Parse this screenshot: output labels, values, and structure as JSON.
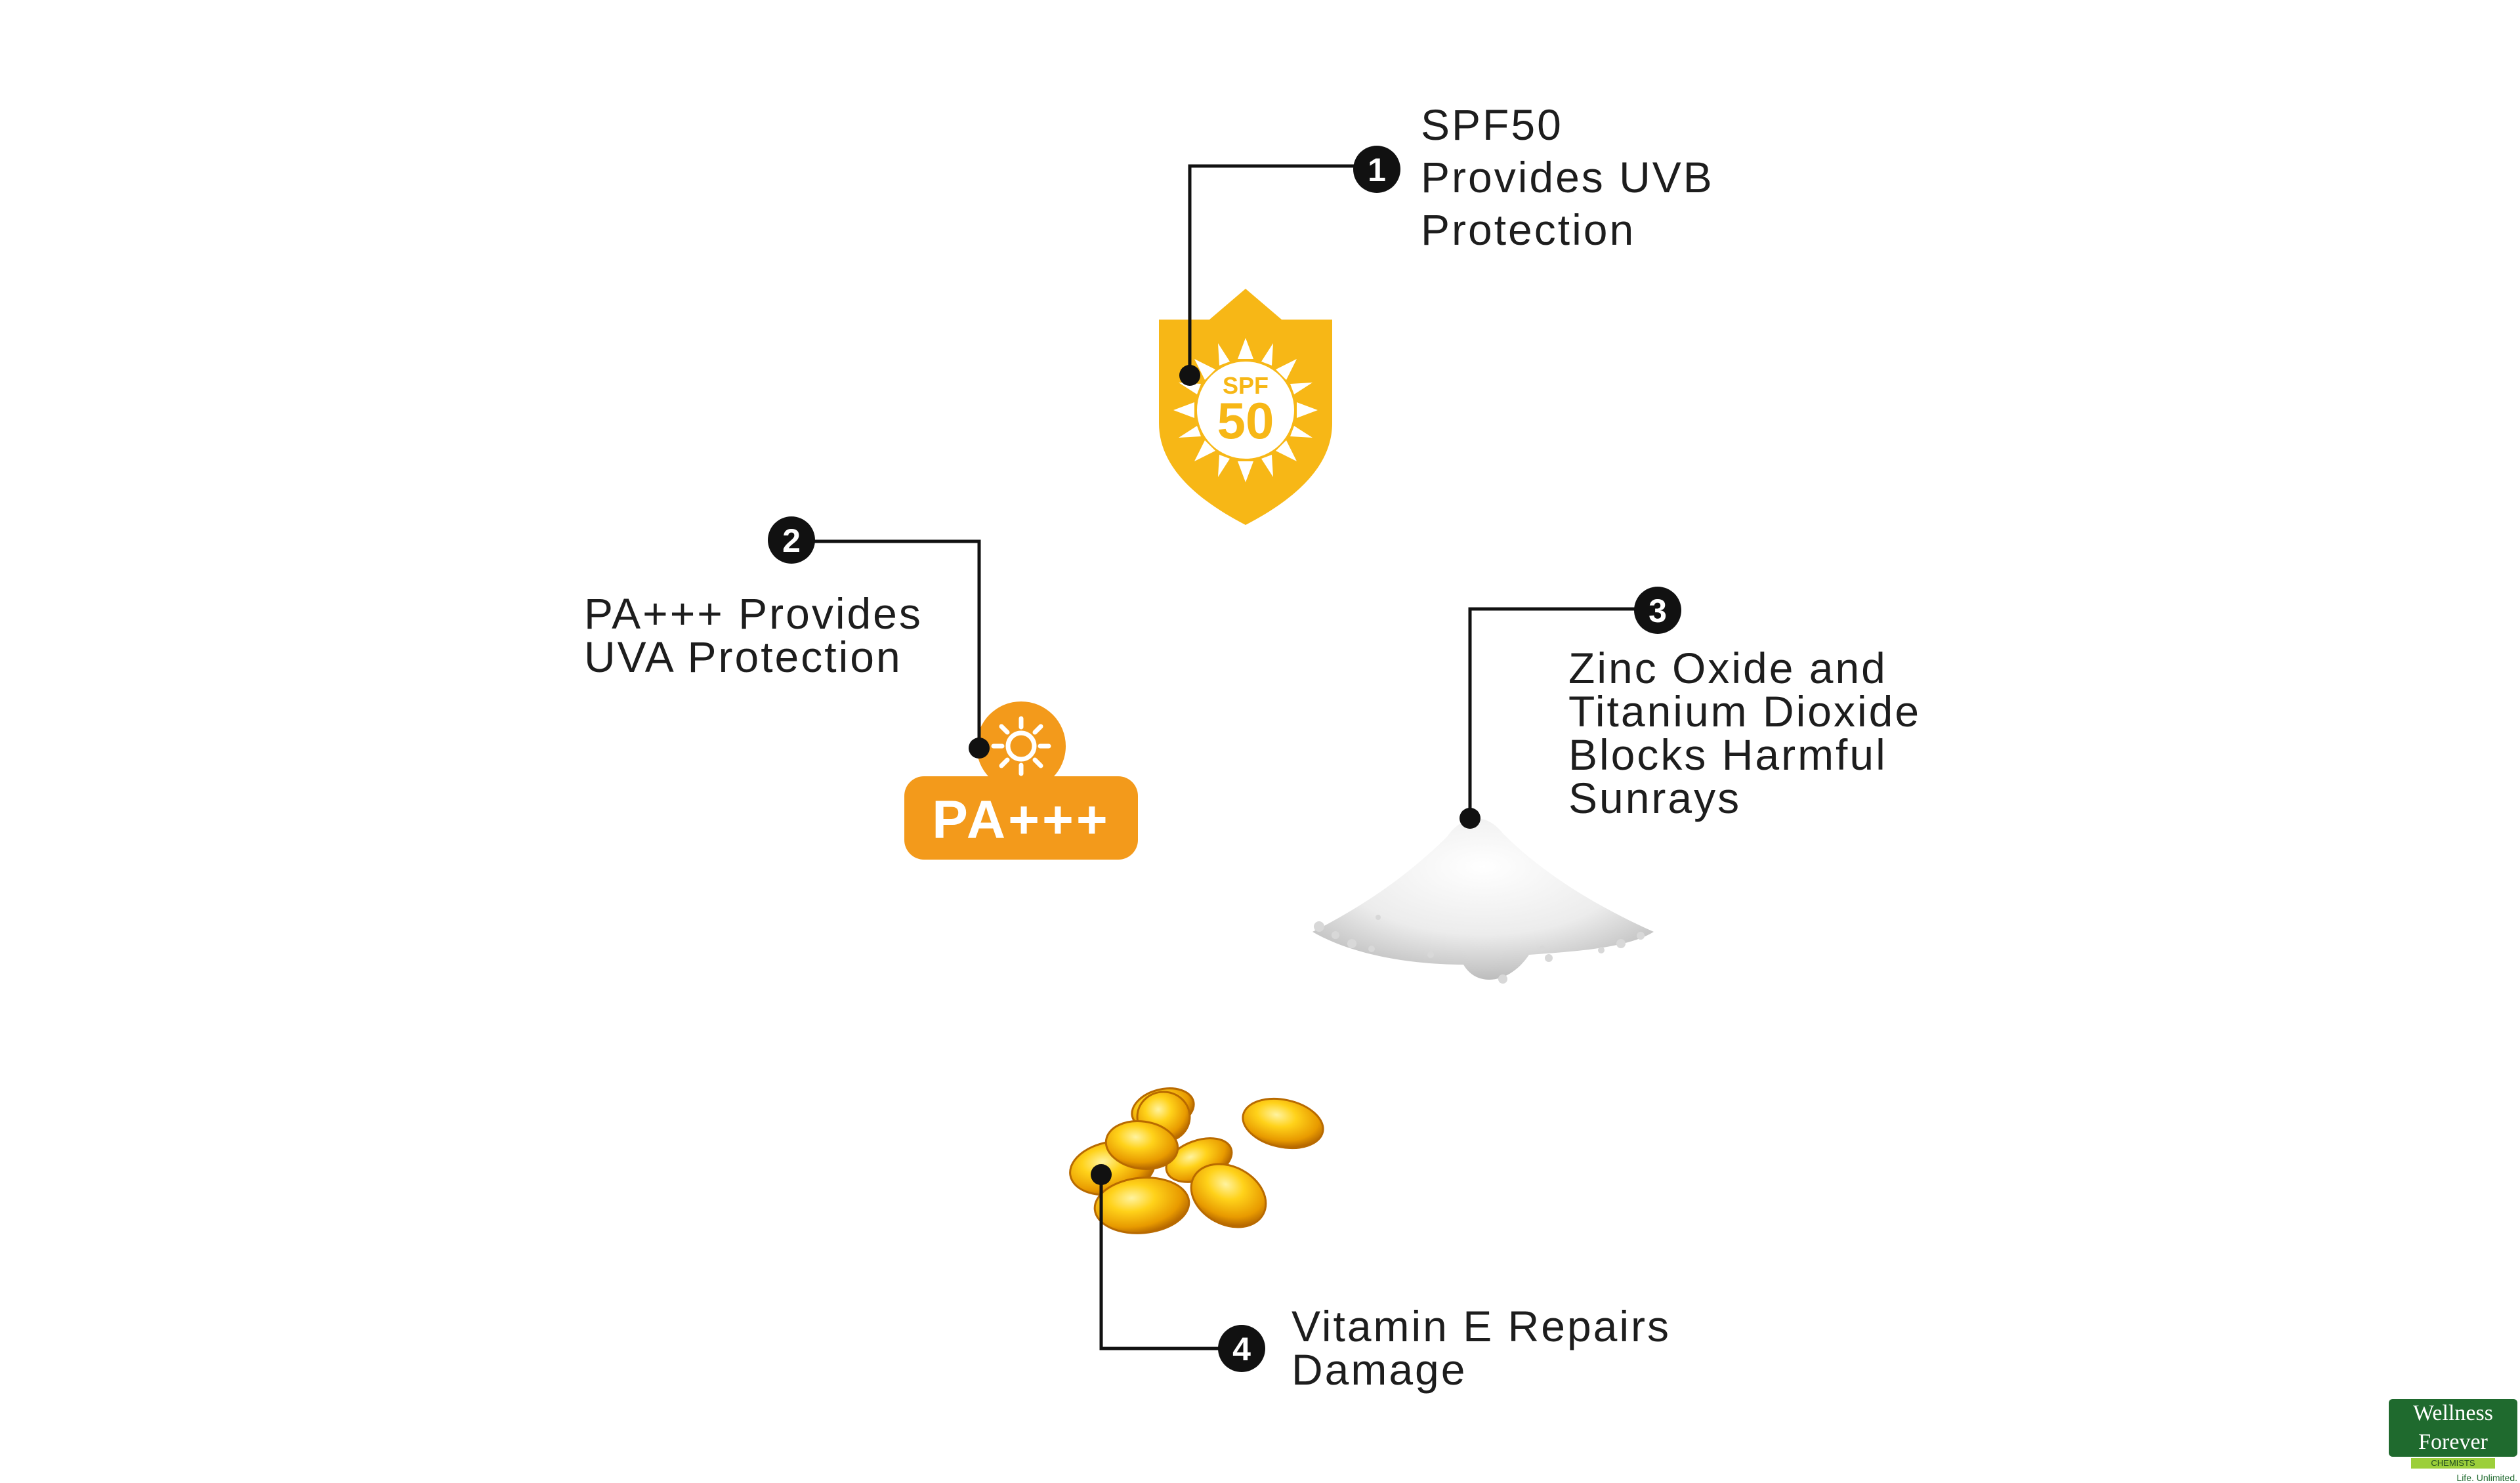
{
  "callouts": [
    {
      "number": "1",
      "lines": [
        "SPF50",
        "Provides UVB",
        "Protection"
      ]
    },
    {
      "number": "2",
      "lines": [
        "PA+++ Provides",
        "UVA Protection"
      ]
    },
    {
      "number": "3",
      "lines": [
        "Zinc Oxide and",
        "Titanium Dioxide",
        "Blocks Harmful",
        "Sunrays"
      ]
    },
    {
      "number": "4",
      "lines": [
        "Vitamin E Repairs",
        "Damage"
      ]
    }
  ],
  "spf_badge": {
    "top": "SPF",
    "value": "50"
  },
  "pa_badge": {
    "text": "PA+++"
  },
  "brand": {
    "name": "Wellness Forever",
    "sub": "CHEMISTS",
    "tagline": "Life. Unlimited."
  },
  "colors": {
    "accent_yellow": "#F7B716",
    "accent_orange": "#F39A1B",
    "line": "#111111"
  },
  "icons": [
    "shield-sun-icon",
    "sun-icon",
    "powder-pile",
    "vitamin-e-capsules"
  ]
}
